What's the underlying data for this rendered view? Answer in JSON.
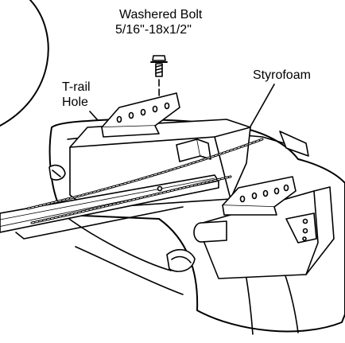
{
  "labels": {
    "bolt_name": "Washered Bolt",
    "bolt_size": "5/16\"-18x1/2\"",
    "trail_line1": "T-rail",
    "trail_line2": "Hole",
    "styrofoam": "Styrofoam"
  }
}
